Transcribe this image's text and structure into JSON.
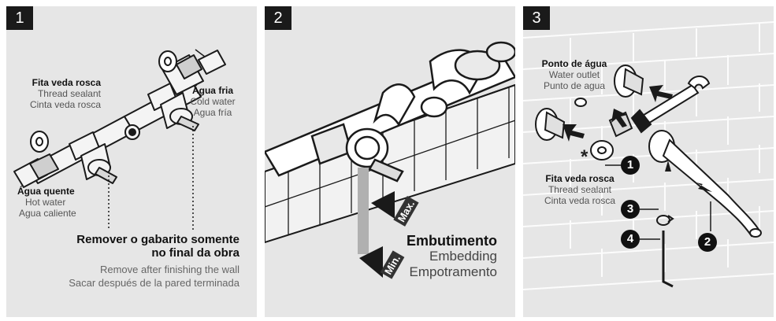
{
  "panels": [
    {
      "number": "1",
      "left_group": {
        "pt": "Fita veda rosca",
        "en": "Thread sealant",
        "es": "Cinta veda rosca"
      },
      "hot": {
        "pt": "Água quente",
        "en": "Hot water",
        "es": "Agua caliente"
      },
      "cold": {
        "pt": "Água fria",
        "en": "Cold water",
        "es": "Agua fría"
      },
      "remove": {
        "pt_line1": "Remover o gabarito somente",
        "pt_line2": "no final da obra",
        "en": "Remove after finishing the wall",
        "es": "Sacar después de la pared terminada"
      }
    },
    {
      "number": "2",
      "max_label": "Max.",
      "min_label": "Min.",
      "embed": {
        "pt": "Embutimento",
        "en": "Embedding",
        "es": "Empotramento"
      }
    },
    {
      "number": "3",
      "outlet": {
        "pt": "Ponto de água",
        "en": "Water outlet",
        "es": "Punto de agua"
      },
      "sealant": {
        "pt": "Fita veda rosca",
        "en": "Thread sealant",
        "es": "Cinta veda rosca"
      },
      "asterisk": "*",
      "badges": [
        "1",
        "2",
        "3",
        "4"
      ]
    }
  ],
  "icons": [
    "thread-sealant-tape-icon",
    "wrench-icon",
    "allen-key-icon",
    "rotate-icon",
    "arrow-icon"
  ],
  "colors": {
    "panel_bg": "#e6e6e6",
    "badge_bg": "#111111",
    "line": "#1a1a1a",
    "text_muted": "#555555"
  }
}
